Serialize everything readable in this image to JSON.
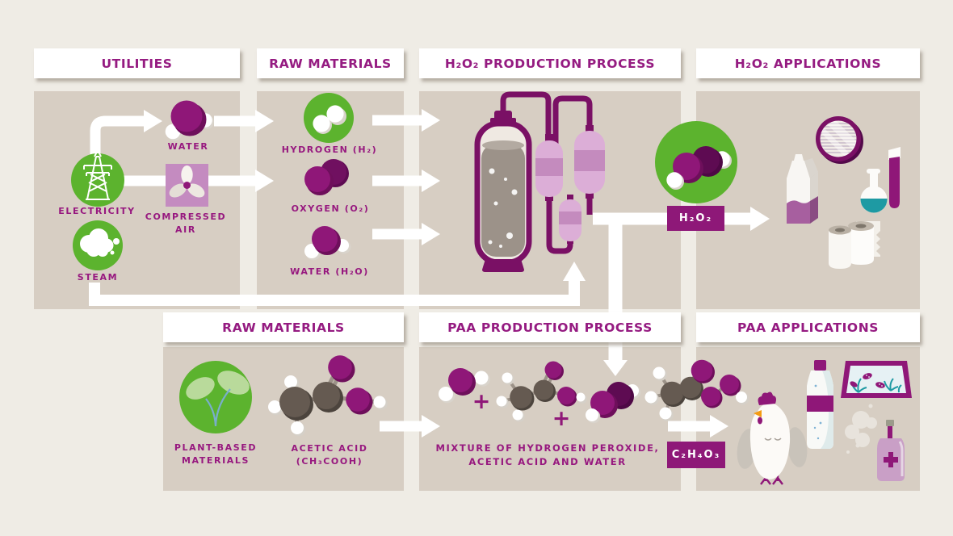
{
  "headers": {
    "utilities": "UTILITIES",
    "raw_materials_top": "RAW MATERIALS",
    "h2o2_process": "H₂O₂ PRODUCTION PROCESS",
    "h2o2_applications": "H₂O₂ APPLICATIONS",
    "raw_materials_bottom": "RAW MATERIALS",
    "paa_process": "PAA PRODUCTION PROCESS",
    "paa_applications": "PAA APPLICATIONS"
  },
  "utilities": {
    "water": "WATER",
    "electricity": "ELECTRICITY",
    "compressed_air_1": "COMPRESSED",
    "compressed_air_2": "AIR",
    "steam": "STEAM"
  },
  "raw_materials_top": {
    "hydrogen": "HYDROGEN (H₂)",
    "oxygen": "OXYGEN (O₂)",
    "water": "WATER (H₂O)"
  },
  "h2o2_section": {
    "badge": "H₂O₂"
  },
  "raw_materials_bottom": {
    "plant_1": "PLANT-BASED",
    "plant_2": "MATERIALS",
    "acetic_1": "ACETIC ACID",
    "acetic_2": "(CH₃COOH)"
  },
  "paa_section": {
    "plus": "+",
    "mixture_1": "MIXTURE OF HYDROGEN PEROXIDE,",
    "mixture_2": "ACETIC ACID AND WATER",
    "badge": "C₂H₄O₃"
  },
  "colors": {
    "background": "#EFECE5",
    "panel": "#D7CEC3",
    "header_bg": "#FFFFFF",
    "accent_purple": "#97187F",
    "badge_purple": "#8E1878",
    "molecule_purple": "#8F1778",
    "molecule_purple_dark": "#6E0F5B",
    "pipe_purple": "#7A1065",
    "green": "#5CB32E",
    "leaf_green": "#B9DA9B",
    "light_purple": "#C48BC0",
    "vessel_purple": "#DCAED7",
    "vessel_band": "#C48BBE",
    "teal": "#1E9AA3",
    "carbon_gray": "#655A51",
    "orange": "#F49B13",
    "arrow_white": "#FFFFFF"
  },
  "icons": [
    "electricity-icon",
    "steam-icon",
    "compressed-air-icon",
    "water-molecule",
    "hydrogen-molecule",
    "oxygen-molecule",
    "h2o2-molecule",
    "reactor-assembly",
    "textile-icon",
    "milk-carton-icon",
    "lab-glassware-icon",
    "paper-rolls-icon",
    "plant-icon",
    "acetic-acid-molecule",
    "peracetic-acid-molecule",
    "chicken-icon",
    "water-bottle-icon",
    "aquarium-icon",
    "disinfectant-spray-icon"
  ]
}
